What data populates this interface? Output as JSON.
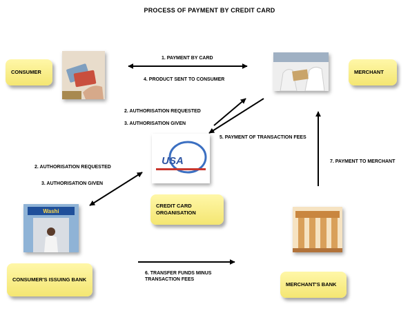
{
  "title": "PROCESS OF PAYMENT BY CREDIT CARD",
  "nodes": {
    "consumer": "CONSUMER",
    "merchant": "MERCHANT",
    "credit_card_org": "CREDIT CARD ORGANISATION",
    "issuing_bank": "CONSUMER'S ISSUING BANK",
    "merchants_bank": "MERCHANT'S BANK"
  },
  "edges": {
    "payment_by_card": "1. PAYMENT BY CARD",
    "product_sent": "4. PRODUCT SENT TO CONSUMER",
    "auth_requested_top": "2. AUTHORISATION REQUESTED",
    "auth_given_top": "3. AUTHORISATION GIVEN",
    "transaction_fees": "5. PAYMENT OF TRANSACTION FEES",
    "auth_requested_left": "2. AUTHORISATION REQUESTED",
    "auth_given_left": "3. AUTHORISATION GIVEN",
    "payment_to_merchant": "7. PAYMENT TO MERCHANT",
    "transfer_funds": "6. TRANSFER FUNDS MINUS TRANSACTION FEES"
  },
  "images": {
    "usa_logo_text": "USA",
    "atm_sign": "Washi"
  }
}
